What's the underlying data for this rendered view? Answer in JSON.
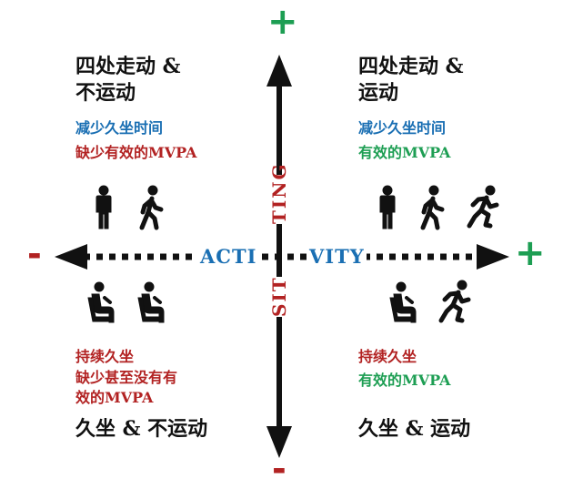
{
  "colors": {
    "blue": "#1a6fb3",
    "red": "#b22222",
    "green": "#1d9e53",
    "black": "#111111"
  },
  "signs": {
    "top": "+",
    "bottom": "-",
    "left": "-",
    "right": "+"
  },
  "axis": {
    "horizontal_left": "ACTI",
    "horizontal_right": "VITY",
    "vertical_upper": "TING",
    "vertical_lower": "SIT"
  },
  "quadrants": {
    "top_left": {
      "title_line1": "四处走动 &",
      "title_line2": "不运动",
      "point1": "减少久坐时间",
      "point2": "缺少有效的MVPA",
      "icons": [
        "standing-person-icon",
        "walking-person-icon"
      ]
    },
    "top_right": {
      "title_line1": "四处走动 &",
      "title_line2": "运动",
      "point1": "减少久坐时间",
      "point2": "有效的MVPA",
      "icons": [
        "standing-person-icon",
        "walking-person-icon",
        "running-person-icon"
      ]
    },
    "bottom_left": {
      "point1": "持续久坐",
      "point2": "缺少甚至没有有效的MVPA",
      "title": "久坐 & 不运动",
      "icons": [
        "sitting-person-icon",
        "sitting-person-icon"
      ]
    },
    "bottom_right": {
      "point1": "持续久坐",
      "point2": "有效的MVPA",
      "title": "久坐 & 运动",
      "icons": [
        "sitting-person-icon",
        "running-person-icon"
      ]
    }
  }
}
